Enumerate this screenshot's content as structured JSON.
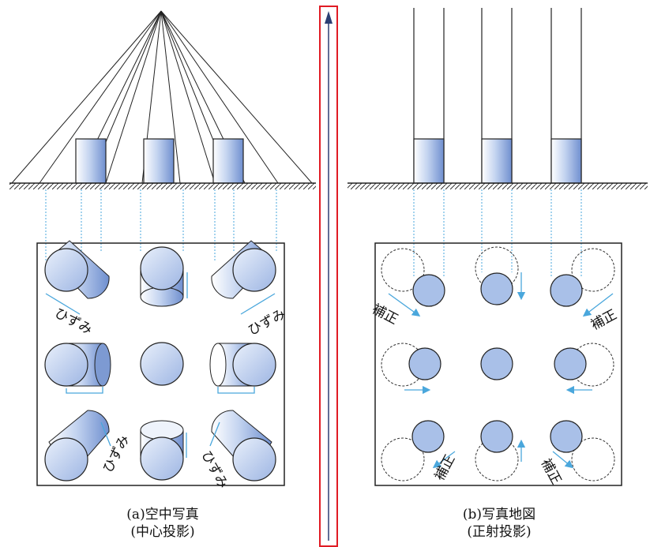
{
  "labels": {
    "distortion": "ひずみ",
    "correction": "補正"
  },
  "captions": {
    "left_line1": "(a)空中写真",
    "left_line2": "(中心投影)",
    "right_line1": "(b)写真地図",
    "right_line2": "(正射投影)"
  },
  "colors": {
    "cylinder_light": "#ffffff",
    "cylinder_fill": "#a9c0e8",
    "cylinder_dark": "#6f8fcf",
    "guide_line": "#4aa7dc",
    "divider_border": "#e01b24",
    "arrow": "#2b3f73"
  }
}
